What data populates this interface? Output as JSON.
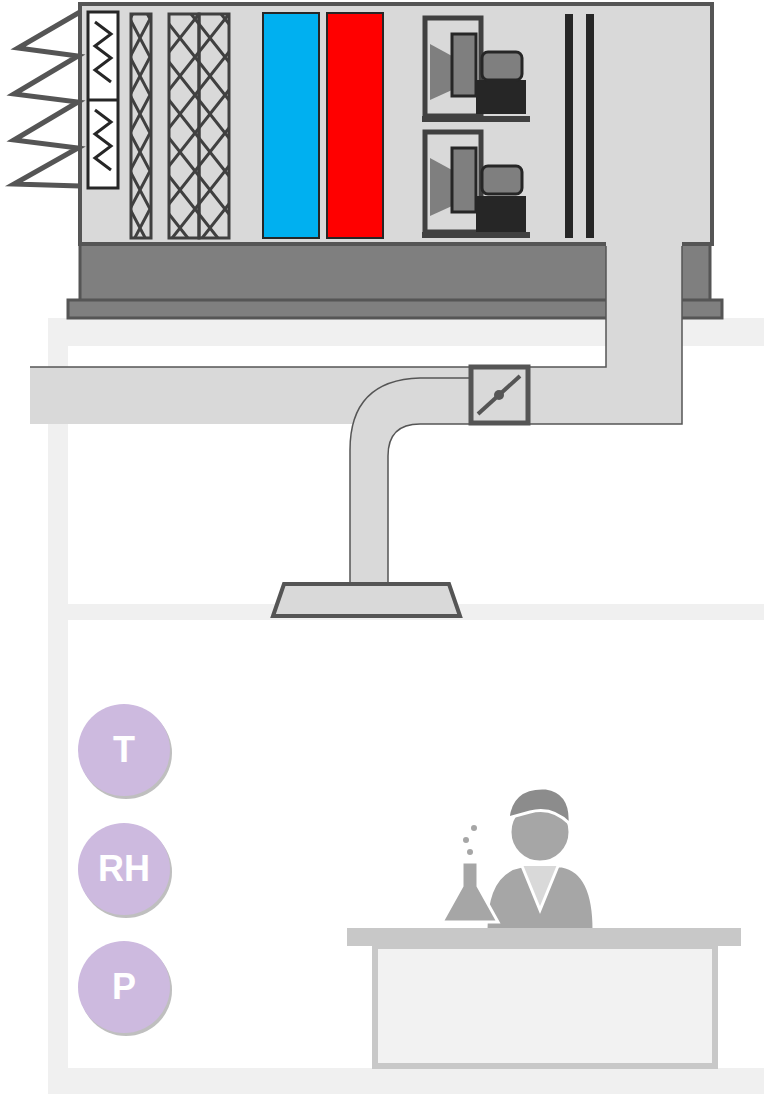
{
  "diagram": {
    "nodes": [
      {
        "text": [
          "T"
        ]
      },
      {
        "text": [
          "RH"
        ]
      },
      {
        "text": [
          "P"
        ]
      }
    ]
  }
}
